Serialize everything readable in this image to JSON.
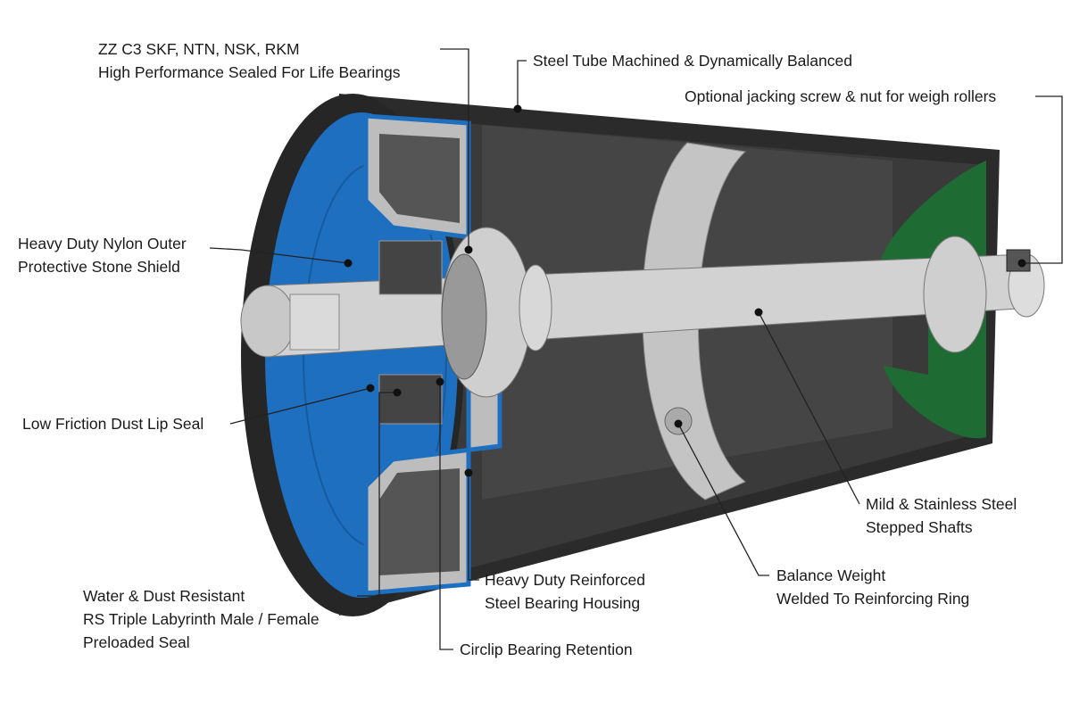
{
  "title": "Conveyor roller cutaway diagram",
  "colors": {
    "tube": "#2b2b2b",
    "end_cap_left": "#1f6fc0",
    "end_cap_right": "#1e6b34",
    "shaft": "#cfcfcf",
    "housing": "#bdbdbd"
  },
  "labels": {
    "bearings": [
      "ZZ C3 SKF, NTN, NSK, RKM",
      "High Performance Sealed For Life Bearings"
    ],
    "tube": [
      "Steel Tube Machined & Dynamically Balanced"
    ],
    "jacking": [
      "Optional jacking screw & nut for weigh rollers"
    ],
    "stone_shield": [
      "Heavy Duty Nylon Outer",
      "Protective Stone Shield"
    ],
    "lip_seal": [
      "Low Friction Dust Lip Seal"
    ],
    "labyrinth": [
      "Water & Dust Resistant",
      "RS Triple Labyrinth Male / Female",
      "Preloaded Seal"
    ],
    "housing": [
      "Heavy Duty Reinforced",
      "Steel Bearing Housing"
    ],
    "circlip": [
      "Circlip Bearing Retention"
    ],
    "balance": [
      "Balance Weight",
      "Welded To Reinforcing Ring"
    ],
    "shafts": [
      "Mild & Stainless Steel",
      "Stepped Shafts"
    ]
  }
}
